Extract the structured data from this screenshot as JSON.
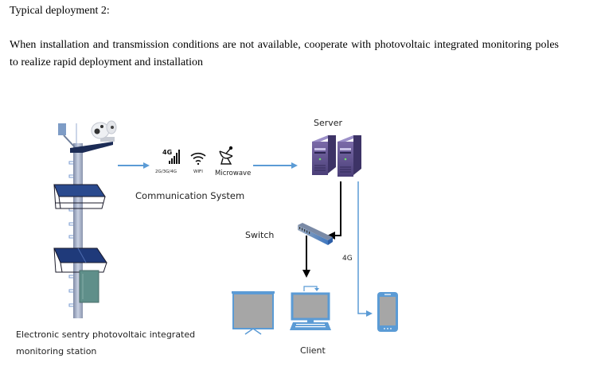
{
  "document": {
    "heading": "Typical deployment 2:",
    "paragraph": "When installation and transmission conditions are not available, cooperate with photovoltaic integrated monitoring poles to realize rapid deployment and installation"
  },
  "diagram": {
    "station_label_line1": "Electronic sentry photovoltaic integrated",
    "station_label_line2": "monitoring station",
    "communication": {
      "title": "Communication System",
      "cellular_badge": "4G",
      "cellular_caption": "2G/3G/4G",
      "wifi_caption": "WIFI",
      "microwave_caption": "Microwave"
    },
    "server_label": "Server",
    "switch_label": "Switch",
    "link_4g_label": "4G",
    "client_label": "Client",
    "colors": {
      "arrow_blue": "#5b9bd5",
      "device_blue": "#5b9bd5",
      "screen_gray": "#a6a6a6",
      "server_purple": "#6a5a9a",
      "pole_gray": "#9aa6bd",
      "solar_navy": "#1f3a7a"
    }
  }
}
